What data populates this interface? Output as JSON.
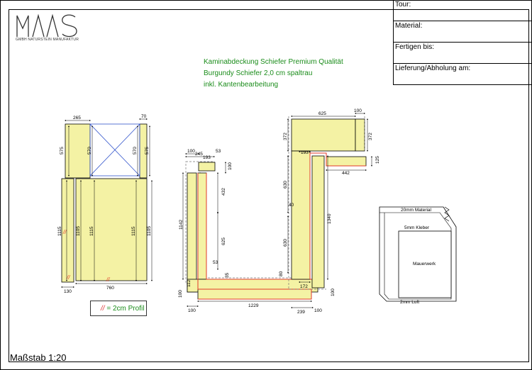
{
  "logo": {
    "sub": "GMBH NATURSTEIN MANUFAKTUR"
  },
  "title_block": {
    "rows": [
      {
        "label": "Tour:"
      },
      {
        "label": "Material:"
      },
      {
        "label": "Fertigen bis:"
      },
      {
        "label": "Lieferung/Abholung am:"
      }
    ]
  },
  "description": {
    "line1": "Kaminabdeckung Schiefer Premium Qualität",
    "line2": "Burgundy Schiefer 2,0 cm spaltrau",
    "line3": "inkl. Kantenbearbeitung"
  },
  "scale": "Maßstab 1:20",
  "legend": {
    "marker": "//",
    "text": "= 2cm Profil"
  },
  "detail": {
    "material": "20mm Material",
    "glue": "5mm Kleber",
    "wall": "Mauerwerk",
    "air": "2mm Luft"
  },
  "colors": {
    "fill": "#f4f2a4",
    "profile": "#e23a2a",
    "text_green": "#1a8c1a",
    "cross": "#3355cc"
  },
  "dims": {
    "left": {
      "top_width": "265",
      "top_right": "70",
      "h575a": "575",
      "h570a": "570",
      "h570b": "570",
      "h575b": "575",
      "h1115a": "1115",
      "h1105a": "1105",
      "h1115b": "1115",
      "h1115c": "1115",
      "h1105b": "1105",
      "b130": "130",
      "b760": "760"
    },
    "mid": {
      "d245": "245",
      "d100": "100",
      "d193": "193",
      "d53": "53",
      "d100b": "100",
      "d432": "432",
      "d1142": "1142",
      "d625": "625",
      "d53b": "53",
      "d35": "35",
      "d112": "112",
      "d100c": "100",
      "d100d": "100",
      "d1229": "1229"
    },
    "right": {
      "d625": "625",
      "d100": "100",
      "d372a": "372",
      "d372b": "372",
      "d193": "193",
      "d125": "125",
      "d442": "442",
      "d630a": "630",
      "d40": "40",
      "d1340": "1340",
      "d630b": "630",
      "d80": "80",
      "d172": "172",
      "d239": "239",
      "d100b": "100",
      "d100c": "100"
    }
  }
}
